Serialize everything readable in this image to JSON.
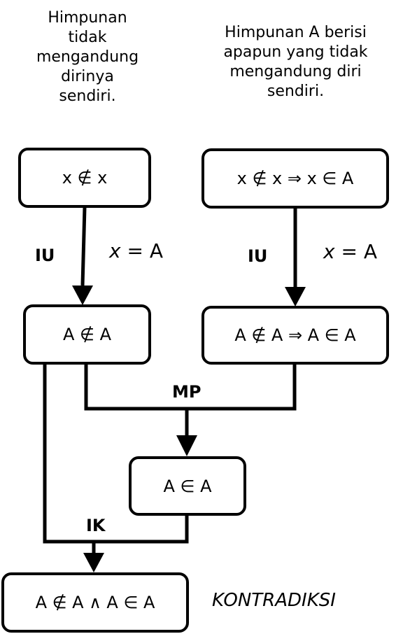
{
  "captions": {
    "left": [
      "Himpunan",
      "tidak",
      "mengandung",
      "dirinya",
      "sendiri."
    ],
    "right": [
      "Himpunan A berisi",
      "apapun yang tidak",
      "mengandung diri",
      "sendiri."
    ]
  },
  "nodes": {
    "premise_left": "x ∉ x",
    "premise_right": "x ∉ x ⇒ x ∈ A",
    "inst_left": "A ∉ A",
    "inst_right": "A ∉ A ⇒ A ∈ A",
    "mp_result": "A ∈ A",
    "conclusion": "A ∉ A ∧ A ∈ A"
  },
  "rules": {
    "iu_left": "IU",
    "iu_right": "IU",
    "mp": "MP",
    "ik": "IK"
  },
  "substitutions": {
    "left_var": "x",
    "left_rest": " = A",
    "right_var": "x",
    "right_rest": " = A"
  },
  "result_label": "KONTRADIKSI"
}
